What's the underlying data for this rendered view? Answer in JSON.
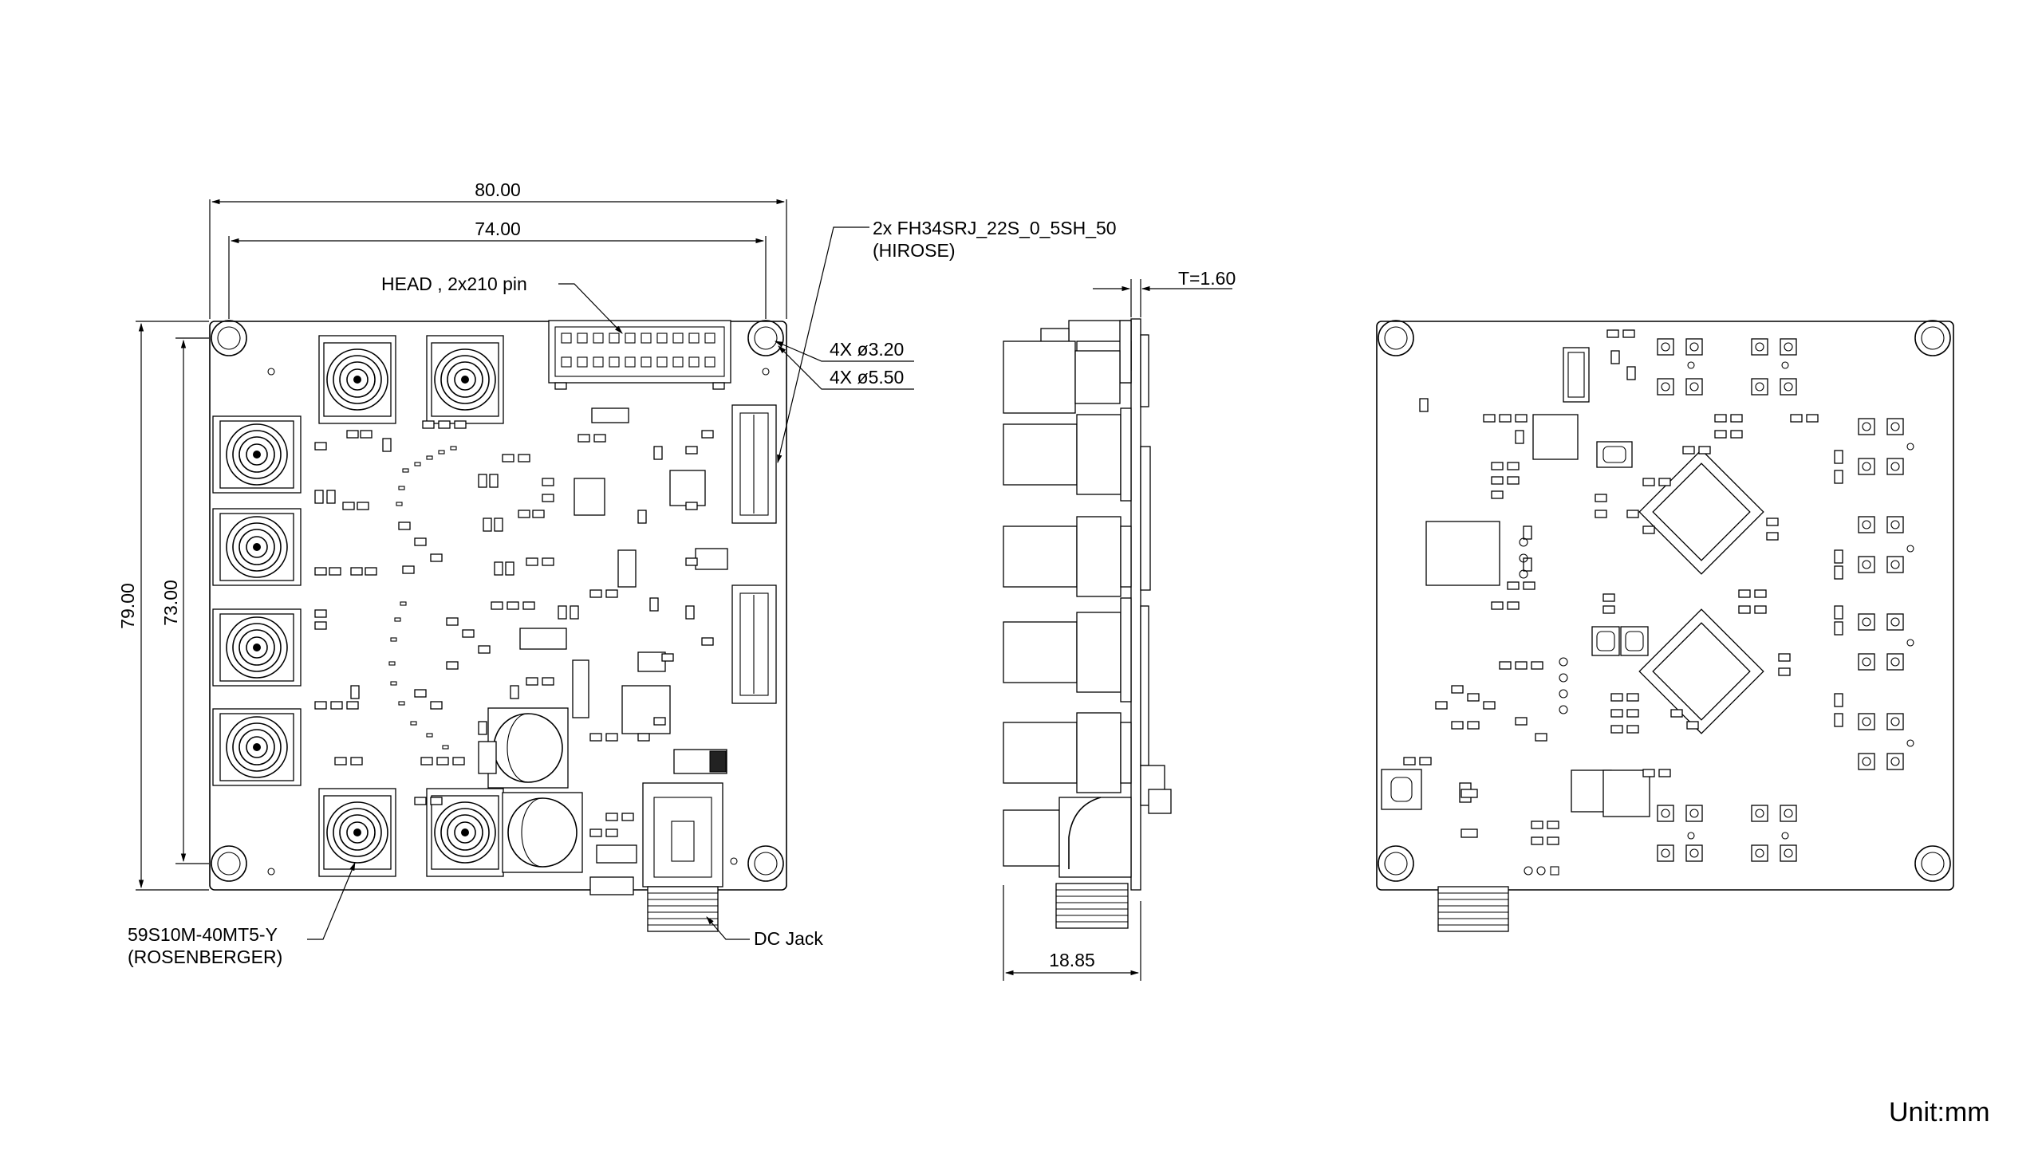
{
  "dimensions": {
    "board_width": "80.00",
    "hole_pitch_x": "74.00",
    "board_height": "79.00",
    "hole_pitch_y": "73.00",
    "thickness": "T=1.60",
    "side_depth": "18.85"
  },
  "callouts": {
    "header_label": "HEAD , 2x210 pin",
    "fpc_line1": "2x FH34SRJ_22S_0_5SH_50",
    "fpc_line2": "(HIROSE)",
    "hole_small": "4X ø3.20",
    "hole_large": "4X ø5.50",
    "rf_line1": "59S10M-40MT5-Y",
    "rf_line2": "(ROSENBERGER)",
    "dc_jack": "DC Jack"
  },
  "unit_label": "Unit:mm"
}
